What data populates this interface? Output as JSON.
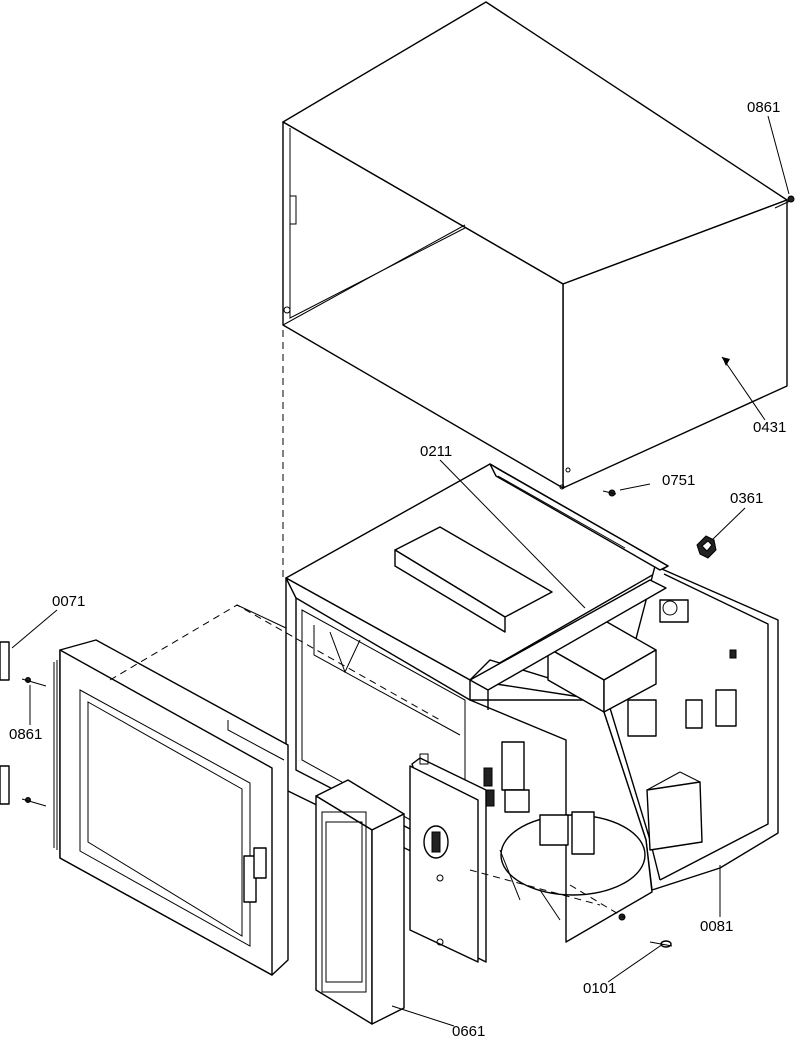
{
  "labels": {
    "cover_screw": "0861",
    "cabinet_cover": "0431",
    "screw_0751": "0751",
    "base_frame": "0211",
    "knob_0361": "0361",
    "hinge_0071": "0071",
    "hinge_screw": "0861",
    "door_assembly": "0081",
    "foot_0101": "0101",
    "control_panel": "0661"
  }
}
